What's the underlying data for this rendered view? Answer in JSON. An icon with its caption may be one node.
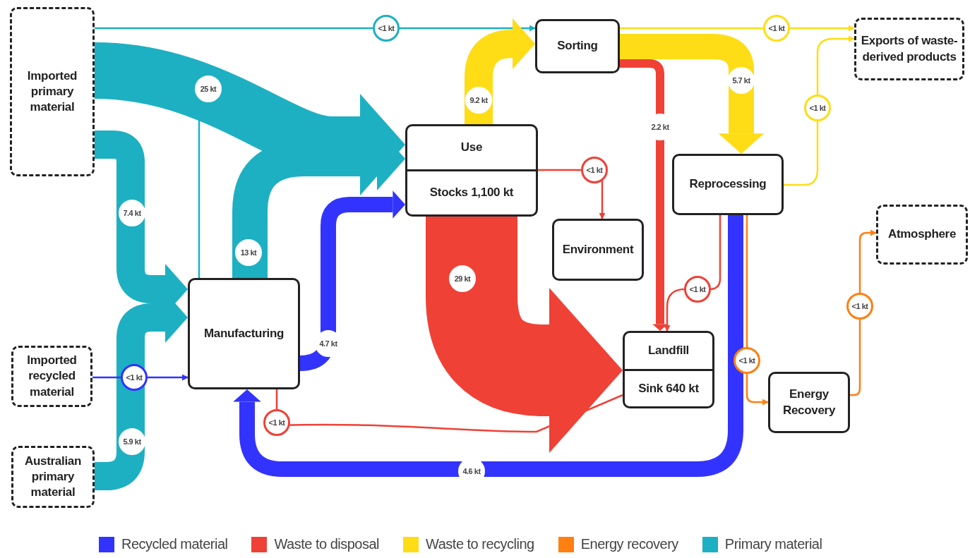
{
  "diagram": {
    "nodes": [
      {
        "text": [
          "Imported primary material"
        ]
      },
      {
        "text": [
          "Imported recycled material"
        ]
      },
      {
        "text": [
          "Australian primary material"
        ]
      },
      {
        "text": [
          "Manufacturing"
        ]
      },
      {
        "text": [
          "Use",
          "Stocks 1,100 kt"
        ]
      },
      {
        "text": [
          "Sorting"
        ]
      },
      {
        "text": [
          "Environment"
        ]
      },
      {
        "text": [
          "Reprocessing"
        ]
      },
      {
        "text": [
          "Landfill",
          "Sink 640 kt"
        ]
      },
      {
        "text": [
          "Energy Recovery"
        ]
      },
      {
        "text": [
          "Exports of waste-derived products"
        ]
      },
      {
        "text": [
          "Atmosphere"
        ]
      }
    ],
    "edges": [
      {
        "from": 0,
        "to": 3,
        "arrow": "none",
        "color": "#1db0c2"
      },
      {
        "from": 0,
        "to": 4,
        "arrow": "to",
        "label": "25 kt",
        "style": "thick",
        "color": "#1db0c2"
      },
      {
        "from": 0,
        "to": 5,
        "arrow": "to",
        "label": "<1 kt",
        "color": "#1db0c2"
      },
      {
        "from": 0,
        "to": 3,
        "arrow": "to",
        "label": "7.4 kt",
        "style": "thick",
        "color": "#1db0c2"
      },
      {
        "from": 2,
        "to": 3,
        "arrow": "to",
        "label": "5.9 kt",
        "style": "thick",
        "color": "#1db0c2"
      },
      {
        "from": 3,
        "to": 4,
        "arrow": "to",
        "label": "13 kt",
        "style": "thick",
        "color": "#1db0c2"
      },
      {
        "from": 1,
        "to": 3,
        "arrow": "to",
        "label": "<1 kt",
        "color": "#3333ff"
      },
      {
        "from": 3,
        "to": 4,
        "arrow": "to",
        "label": "4.7 kt",
        "style": "thick",
        "color": "#3333ff"
      },
      {
        "from": 7,
        "to": 3,
        "arrow": "to",
        "label": "4.6 kt",
        "style": "thick",
        "color": "#3333ff"
      },
      {
        "from": 3,
        "to": 8,
        "arrow": "none",
        "label": "<1 kt",
        "color": "#ef4136"
      },
      {
        "from": 4,
        "to": 8,
        "arrow": "to",
        "label": "29 kt",
        "style": "thick",
        "color": "#ef4136"
      },
      {
        "from": 4,
        "to": 6,
        "arrow": "to",
        "label": "<1 kt",
        "color": "#ef4136"
      },
      {
        "from": 5,
        "to": 8,
        "arrow": "to",
        "label": "2.2 kt",
        "style": "thick",
        "color": "#ef4136"
      },
      {
        "from": 7,
        "to": 8,
        "arrow": "to",
        "label": "<1 kt",
        "color": "#ef4136"
      },
      {
        "from": 4,
        "to": 5,
        "arrow": "to",
        "label": "9.2 kt",
        "style": "thick",
        "color": "#fedd17"
      },
      {
        "from": 5,
        "to": 7,
        "arrow": "to",
        "label": "5.7 kt",
        "style": "thick",
        "color": "#fedd17"
      },
      {
        "from": 5,
        "to": 10,
        "arrow": "to",
        "label": "<1 kt",
        "color": "#fedd17"
      },
      {
        "from": 7,
        "to": 10,
        "arrow": "to",
        "label": "<1 kt",
        "color": "#fedd17"
      },
      {
        "from": 7,
        "to": 9,
        "arrow": "to",
        "label": "<1 kt",
        "color": "#ff7f11"
      },
      {
        "from": 9,
        "to": 11,
        "arrow": "to",
        "label": "<1 kt",
        "color": "#ff7f11"
      }
    ],
    "legend": [
      {
        "text": "Recycled material",
        "color": "#3333ff"
      },
      {
        "text": "Waste to disposal",
        "color": "#ef4136"
      },
      {
        "text": "Waste to recycling",
        "color": "#fedd17"
      },
      {
        "text": "Energy recovery",
        "color": "#ff7f11"
      },
      {
        "text": "Primary material",
        "color": "#1db0c2"
      }
    ]
  }
}
